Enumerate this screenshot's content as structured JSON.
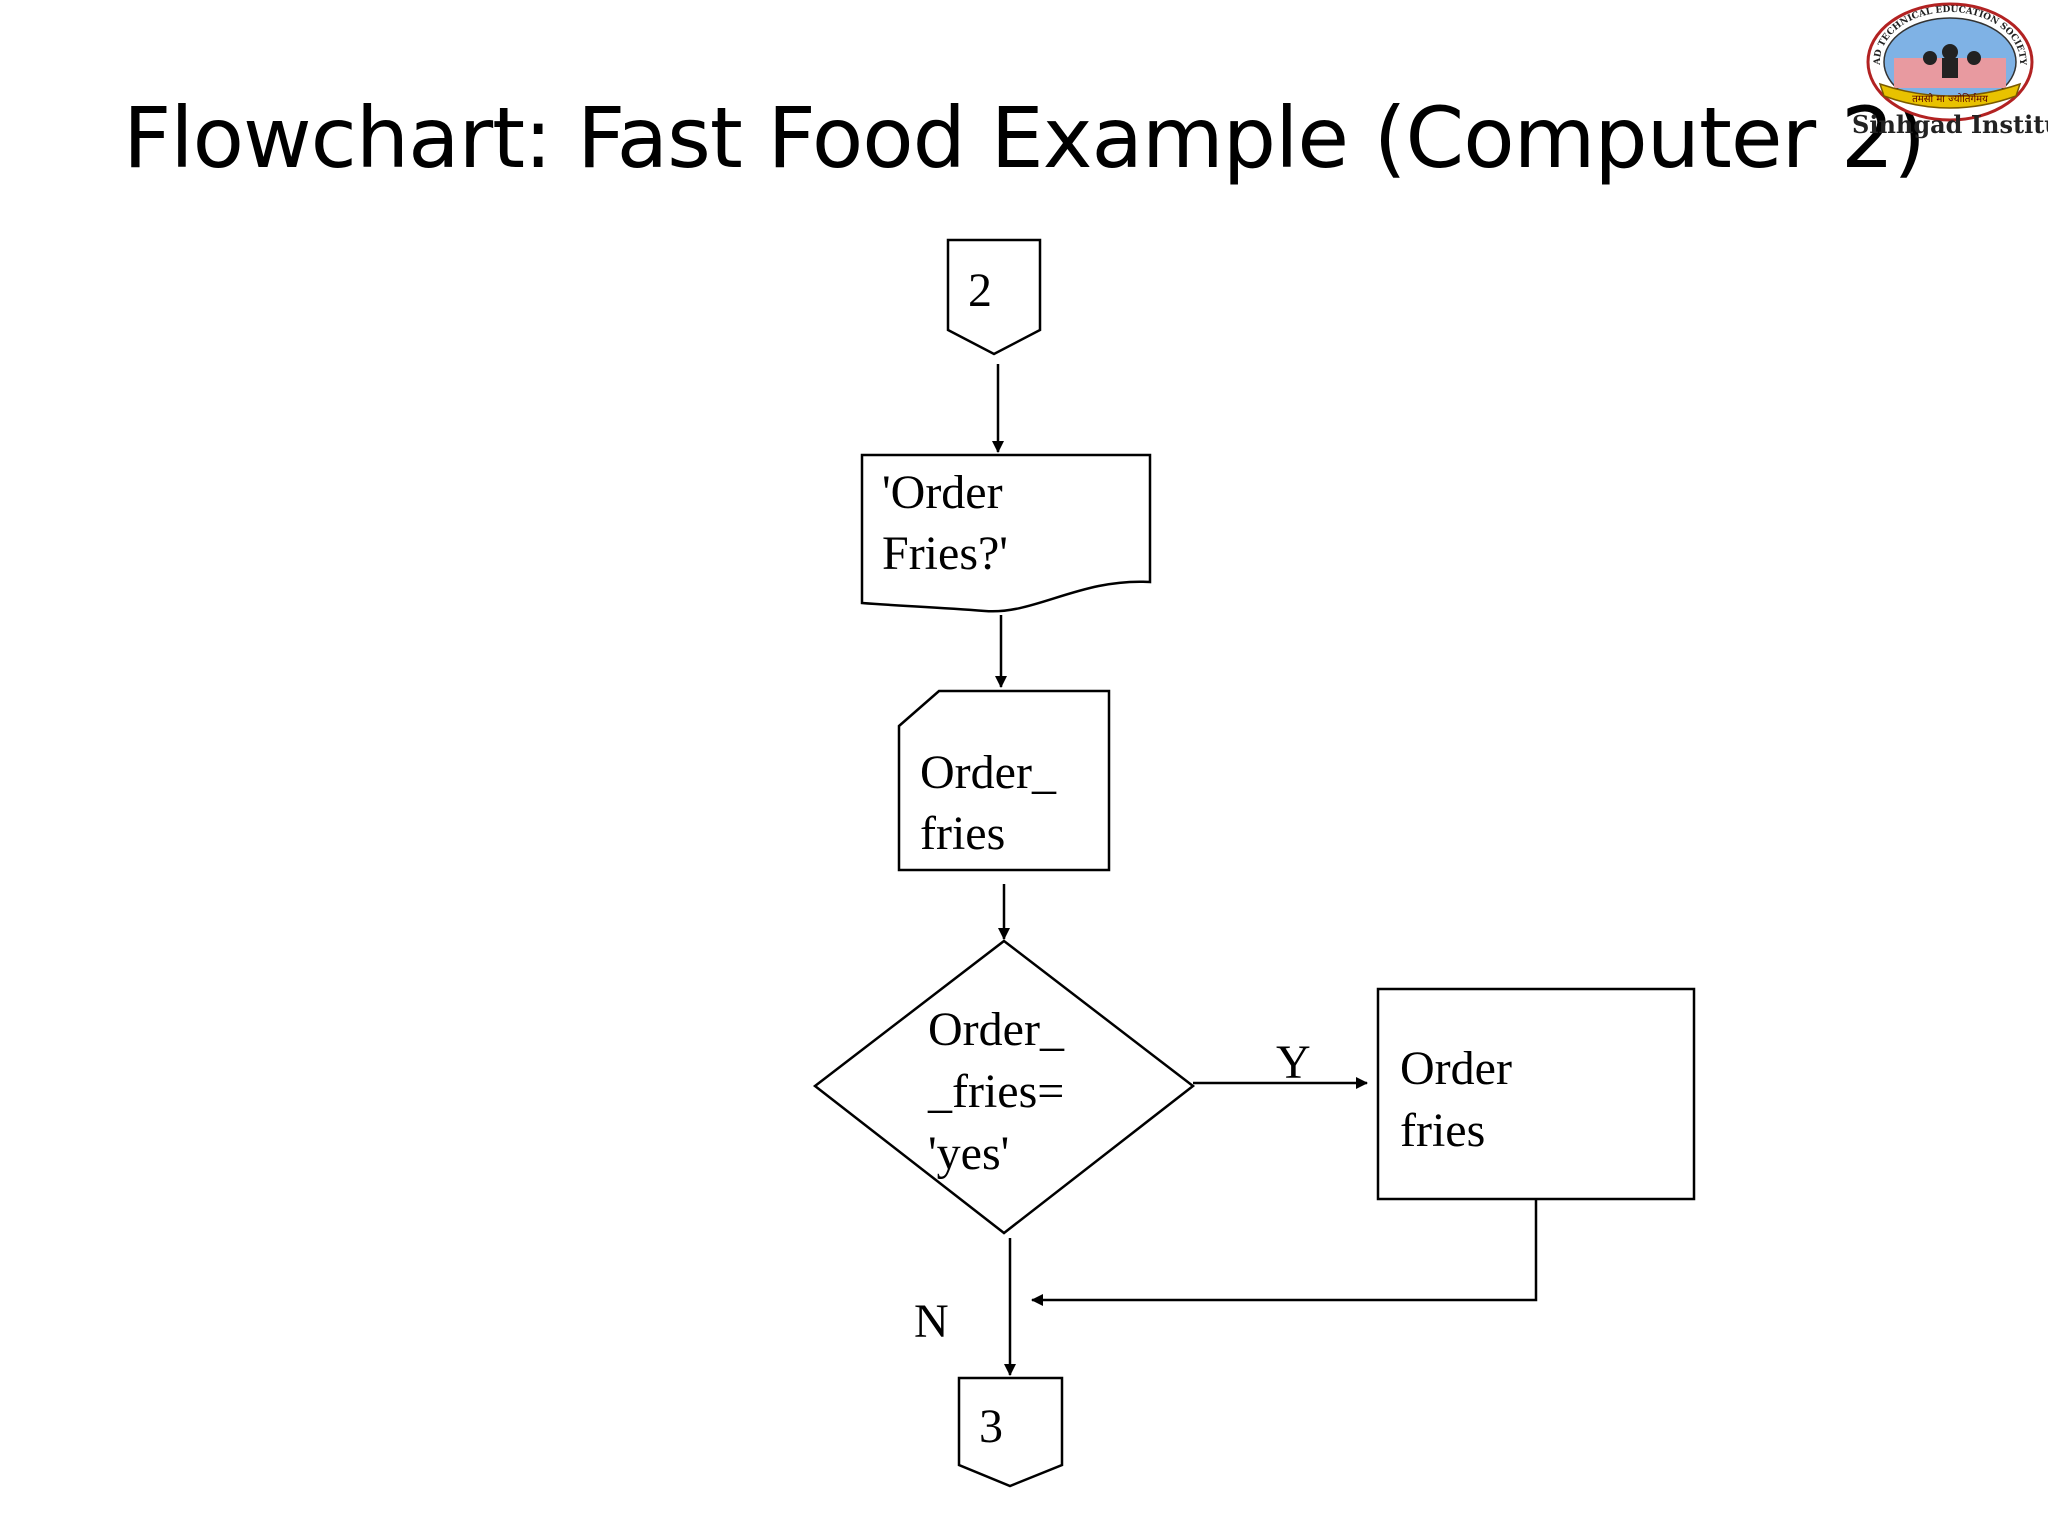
{
  "slide": {
    "title": "Flowchart: Fast Food Example (Computer 2)"
  },
  "logo": {
    "caption": "Sinhgad Institutes",
    "ring_text": "SINHGAD TECHNICAL EDUCATION SOCIETY, PUNE",
    "motto": "तमसो मा ज्योतिर्गमय",
    "colors": {
      "ring": "#b22222",
      "banner": "#e8c200",
      "sky": "#7fb2e5",
      "ground": "#e89aa0"
    }
  },
  "flowchart": {
    "connector_top": "2",
    "display": [
      "'Order",
      "Fries?'"
    ],
    "input_card": [
      "Order_",
      "fries"
    ],
    "decision": [
      "Order_",
      "_fries=",
      "'yes'"
    ],
    "process": [
      "Order",
      "fries"
    ],
    "yes_label": "Y",
    "no_label": "N",
    "connector_bottom": "3"
  }
}
